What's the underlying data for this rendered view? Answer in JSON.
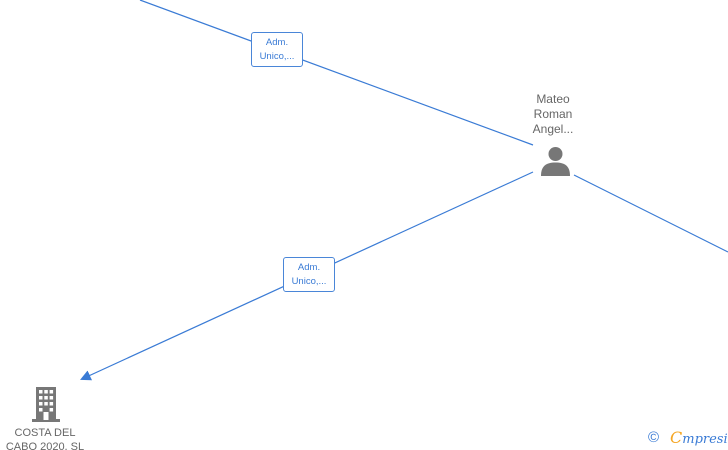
{
  "relations": [
    {
      "role_line1": "Adm.",
      "role_line2": "Unico,..."
    },
    {
      "role_line1": "Adm.",
      "role_line2": "Unico,..."
    }
  ],
  "person": {
    "name_line1": "Mateo",
    "name_line2": "Roman",
    "name_line3": "Angel...",
    "icon": "person-icon"
  },
  "company": {
    "name_line1": "COSTA DEL",
    "name_line2": "CABO 2020, SL",
    "icon": "building-icon"
  },
  "watermark": {
    "symbol": "©",
    "brand_initial": "C",
    "brand_rest": "mpresia"
  },
  "colors": {
    "edge": "#3a7bd5",
    "icon": "#777777",
    "brand_initial": "#f5a623"
  }
}
